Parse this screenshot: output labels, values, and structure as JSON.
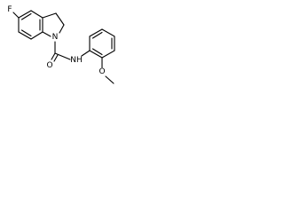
{
  "molecule": {
    "atoms": {
      "fluorine": "F",
      "ring_nitrogen": "N",
      "carbonyl_oxygen": "O",
      "amide_nitrogen": "NH",
      "ether_oxygen": "O"
    }
  },
  "colors": {
    "bond": "#000000",
    "label": "#000000",
    "background": "#ffffff"
  }
}
